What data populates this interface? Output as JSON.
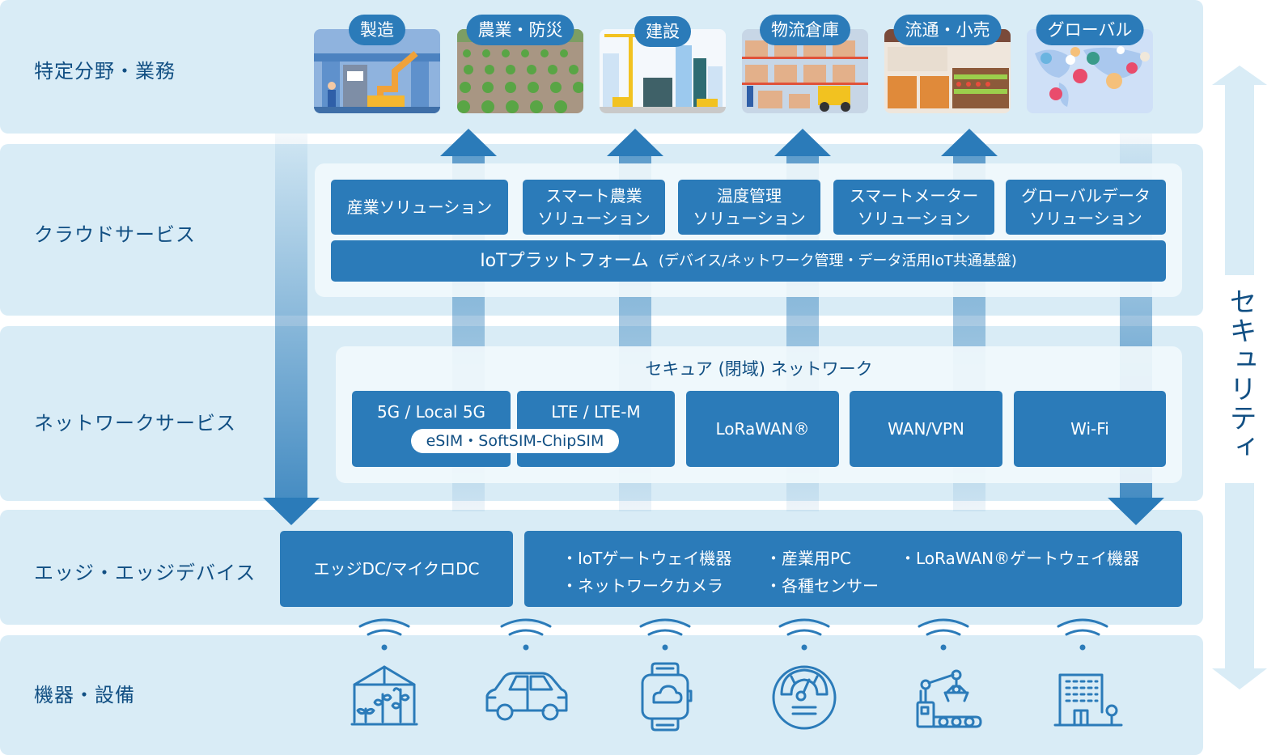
{
  "layers": [
    {
      "label": "特定分野・業務"
    },
    {
      "label": "クラウドサービス"
    },
    {
      "label": "ネットワークサービス"
    },
    {
      "label": "エッジ・エッジデバイス"
    },
    {
      "label": "機器・設備"
    }
  ],
  "industries": [
    {
      "label": "製造",
      "image": "factory-robot-arm-illustration"
    },
    {
      "label": "農業・防災",
      "image": "farm-field-illustration"
    },
    {
      "label": "建設",
      "image": "construction-crane-illustration"
    },
    {
      "label": "物流倉庫",
      "image": "warehouse-forklift-illustration"
    },
    {
      "label": "流通・小売",
      "image": "supermarket-illustration"
    },
    {
      "label": "グローバル",
      "image": "world-map-people-illustration"
    }
  ],
  "cloud": {
    "solutions": [
      {
        "line1": "産業ソリューション",
        "line2": ""
      },
      {
        "line1": "スマート農業",
        "line2": "ソリューション"
      },
      {
        "line1": "温度管理",
        "line2": "ソリューション"
      },
      {
        "line1": "スマートメーター",
        "line2": "ソリューション"
      },
      {
        "line1": "グローバルデータ",
        "line2": "ソリューション"
      }
    ],
    "platform_title": "IoTプラットフォーム",
    "platform_sub": "(デバイス/ネットワーク管理・データ活用IoT共通基盤)"
  },
  "network": {
    "title": "セキュア (閉域) ネットワーク",
    "items": [
      {
        "label": "5G / Local 5G"
      },
      {
        "label": "LTE / LTE-M"
      },
      {
        "label": "LoRaWAN®"
      },
      {
        "label": "WAN/VPN"
      },
      {
        "label": "Wi-Fi"
      }
    ],
    "sim_badge": "eSIM・SoftSIM-ChipSIM"
  },
  "edge": {
    "dc_label": "エッジDC/マイクロDC",
    "devices": [
      "・IoTゲートウェイ機器",
      "・産業用PC",
      "・LoRaWAN®ゲートウェイ機器",
      "・ネットワークカメラ",
      "・各種センサー"
    ]
  },
  "equipment": [
    {
      "icon": "greenhouse-icon"
    },
    {
      "icon": "car-icon"
    },
    {
      "icon": "smartwatch-icon"
    },
    {
      "icon": "meter-gauge-icon"
    },
    {
      "icon": "robot-arm-conveyor-icon"
    },
    {
      "icon": "building-icon"
    }
  ],
  "security": {
    "label": "セキュリティ"
  },
  "colors": {
    "band_bg": "#d9ecf6",
    "panel_bg": "#f1f8fc",
    "accent_blue": "#2b7bb9",
    "label_text": "#114f83"
  }
}
